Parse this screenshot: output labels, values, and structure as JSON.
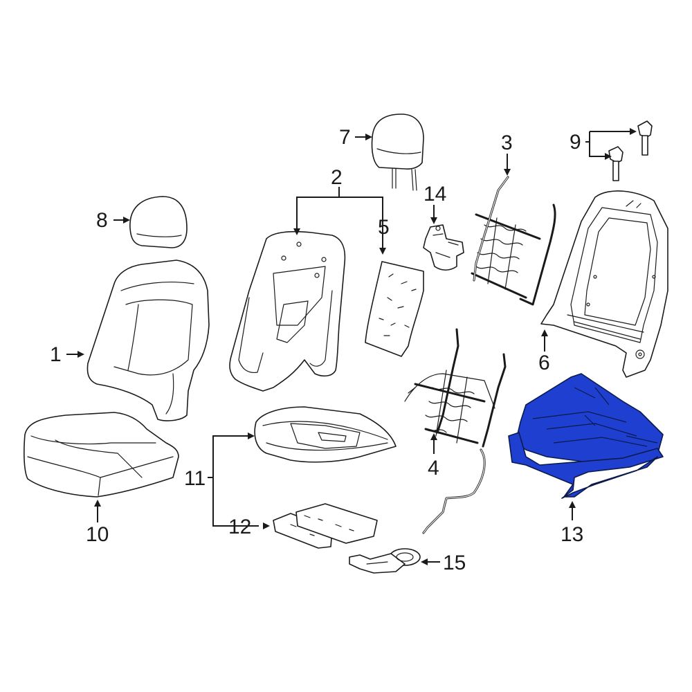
{
  "callouts": {
    "c1": "1",
    "c2": "2",
    "c3": "3",
    "c4": "4",
    "c5": "5",
    "c6": "6",
    "c7": "7",
    "c8": "8",
    "c9": "9",
    "c10": "10",
    "c11": "11",
    "c12": "12",
    "c13": "13",
    "c14": "14",
    "c15": "15"
  },
  "colors": {
    "line": "#1a1a1a",
    "highlight": "#1e3fd0",
    "background": "#ffffff"
  },
  "highlighted_part": "13"
}
